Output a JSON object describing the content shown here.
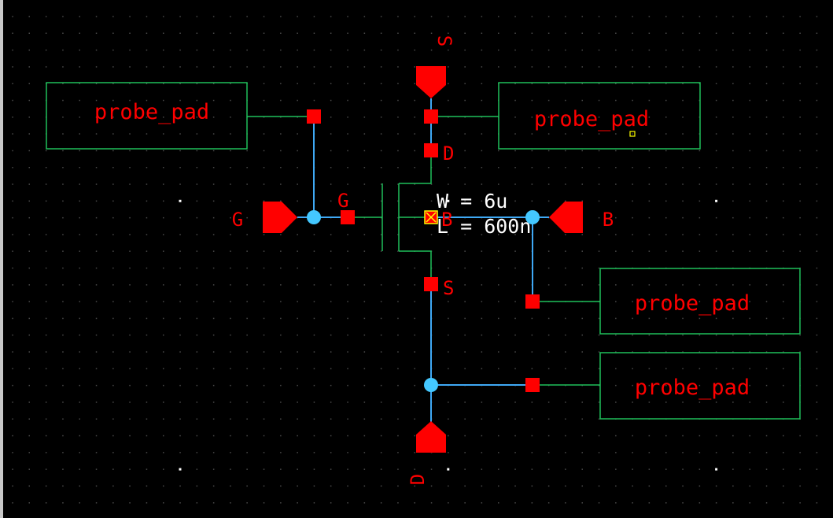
{
  "colors": {
    "background": "#000000",
    "grid_dot": "#4a4a4a",
    "grid_major_dot": "#ffffff",
    "wire": "#3fa9f5",
    "junction": "#44c8ff",
    "symbol_body": "#1fbf5a",
    "pin": "#ff0000",
    "pin_label": "#ff0000",
    "param_text": "#ffffff",
    "selection": "#ffff00",
    "left_border": "#c8c8c8"
  },
  "instances": {
    "probe_pad_label": "probe_pad"
  },
  "transistor": {
    "pin_labels": {
      "gate": "G",
      "drain": "D",
      "source": "S",
      "bulk": "B"
    },
    "params": {
      "width": "W = 6u",
      "length": "L = 600n"
    }
  },
  "ports": {
    "source": "S",
    "gate": "G",
    "bulk": "B",
    "drain": "D"
  }
}
